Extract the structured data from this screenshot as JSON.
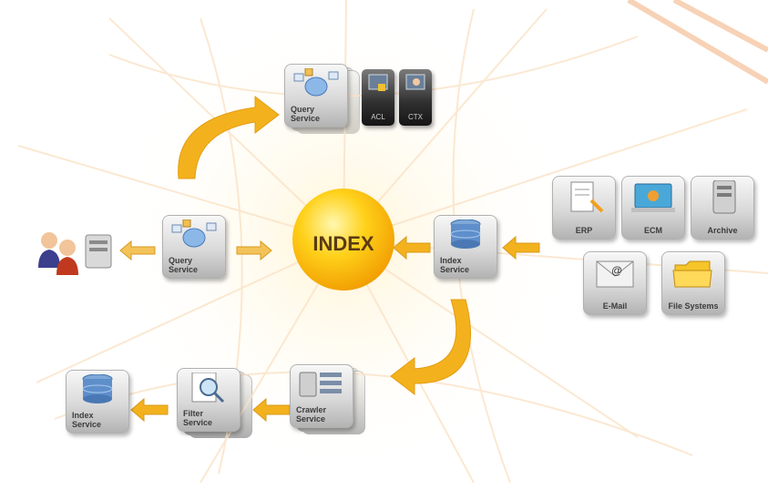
{
  "center": {
    "label": "INDEX"
  },
  "top_query": {
    "label": "Query\nService",
    "acl": "ACL",
    "ctx": "CTX"
  },
  "mid_query": {
    "label": "Query\nService"
  },
  "index_right": {
    "label": "Index\nService"
  },
  "sources": [
    {
      "label": "ERP"
    },
    {
      "label": "ECM"
    },
    {
      "label": "Archive"
    },
    {
      "label": "E-Mail"
    },
    {
      "label": "File Systems"
    }
  ],
  "pipeline": {
    "crawler": {
      "label": "Crawler\nService"
    },
    "filter": {
      "label": "Filter\nService"
    },
    "index": {
      "label": "Index\nService"
    }
  },
  "colors": {
    "accent": "#f5b800",
    "arrow": "#f2a818",
    "box": "#d9d9d9"
  }
}
